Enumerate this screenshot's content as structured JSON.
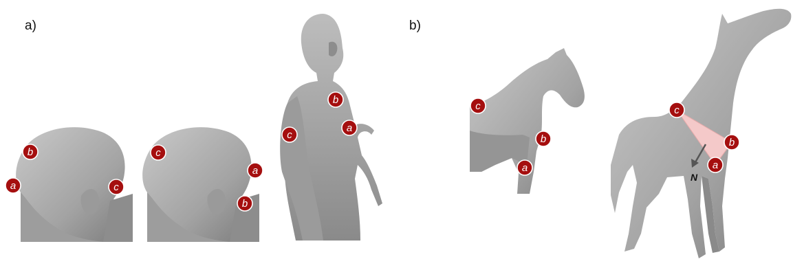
{
  "panels": {
    "a": "a)",
    "b": "b)"
  },
  "colors": {
    "marker": "#a50f0f",
    "mesh": "#a8a8a8",
    "mesh_dark": "#7d7d7d",
    "triangle": "#f4c9c9"
  },
  "markers": {
    "head1": {
      "a": "a",
      "b": "b",
      "c": "c"
    },
    "head2": {
      "a": "a",
      "b": "b",
      "c": "c"
    },
    "body": {
      "a": "a",
      "b": "b",
      "c": "c"
    },
    "horse1": {
      "a": "a",
      "b": "b",
      "c": "c"
    },
    "horse2": {
      "a": "a",
      "b": "b",
      "c": "c"
    }
  },
  "normal_label": "N"
}
